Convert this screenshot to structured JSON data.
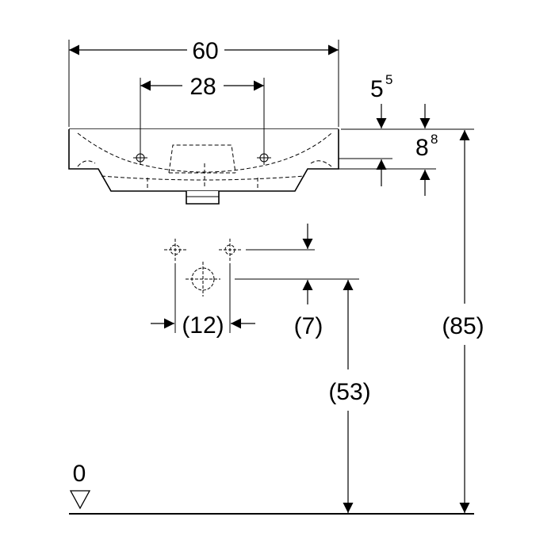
{
  "dimensions": {
    "width": "60",
    "tap_hole_spacing": "28",
    "rim_thickness_base": "5",
    "rim_thickness_sup": "5",
    "overflow_depth_base": "8",
    "overflow_depth_sup": "8",
    "waste_connection_spacing": "(12)",
    "waste_connection_offset": "(7)",
    "waste_height": "(53)",
    "rim_height": "(85)",
    "floor_level": "0"
  },
  "colors": {
    "line": "#000000",
    "background": "#ffffff"
  }
}
